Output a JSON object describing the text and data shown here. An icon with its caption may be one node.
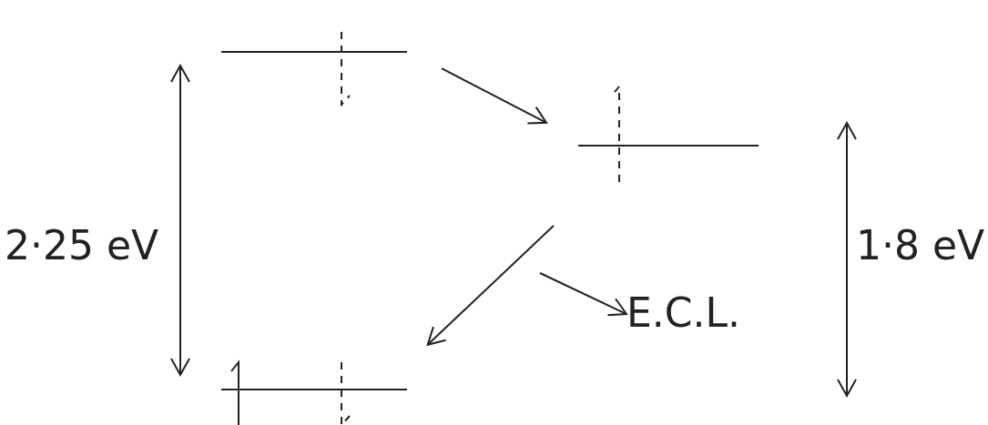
{
  "diagram": {
    "nodes": [
      {
        "text": [],
        "shape": "bar"
      },
      {
        "text": [],
        "shape": "bar"
      },
      {
        "text": [],
        "shape": "bar"
      },
      {
        "text": [
          "E.C.L."
        ]
      }
    ],
    "edges": [
      {
        "from": 0,
        "to": 1,
        "arrow": "to"
      },
      {
        "from": 1,
        "to": 2,
        "arrow": "to"
      },
      {
        "from": null,
        "to": 3,
        "arrow": "to"
      }
    ],
    "labels": [
      "2·25 eV",
      "1·8 eV"
    ]
  }
}
